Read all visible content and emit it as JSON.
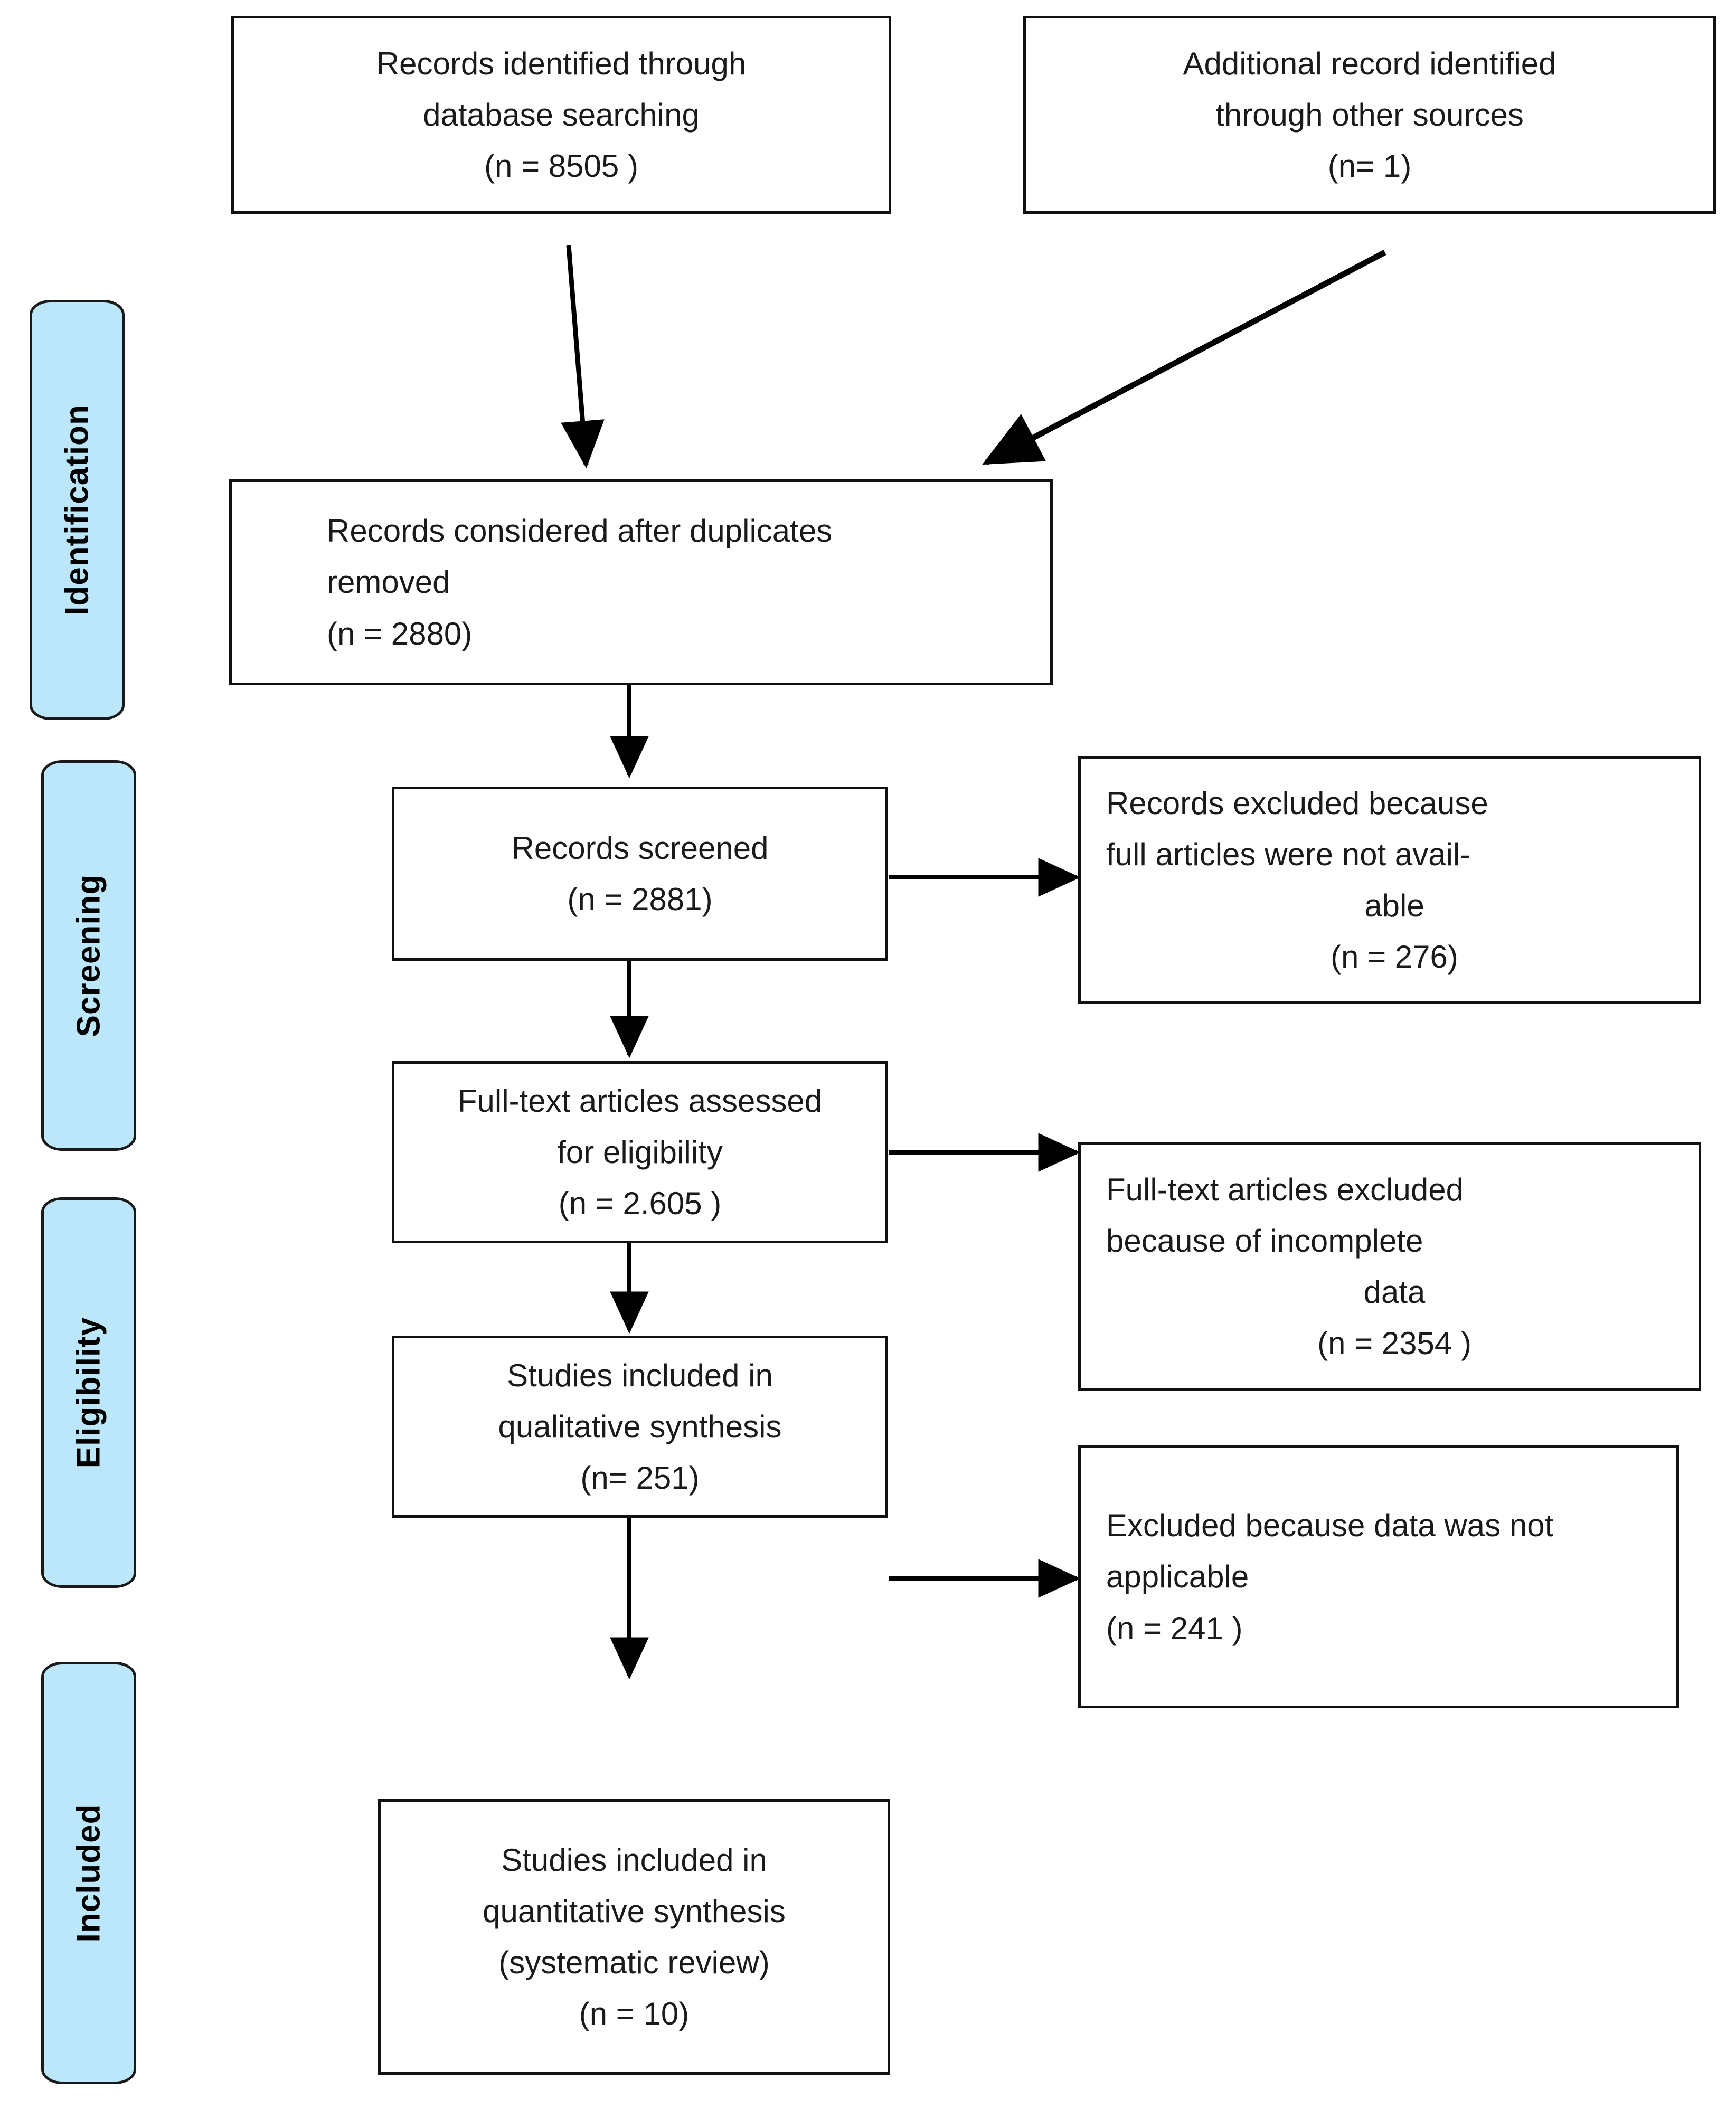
{
  "diagram": {
    "type": "prisma-flow-diagram",
    "title": "PRISMA flow diagram",
    "accent_color": "#bce7fb",
    "border_color": "#111111",
    "text_color": "#1a1a1a",
    "background": "#ffffff"
  },
  "stages": [
    {
      "id": "identification",
      "label": "Identification"
    },
    {
      "id": "screening",
      "label": "Screening"
    },
    {
      "id": "eligibility",
      "label": "Eligibility"
    },
    {
      "id": "included",
      "label": "Included"
    }
  ],
  "boxes": {
    "db_search": {
      "id": "records-identified-database",
      "align": "center",
      "lines": [
        "Records identified through",
        "database searching",
        "(n = 8505  )"
      ],
      "n": 8505
    },
    "other_sources": {
      "id": "additional-record-other-sources",
      "align": "center",
      "lines": [
        "Additional record identified",
        "through other sources",
        "(n= 1)"
      ],
      "n": 1
    },
    "after_duplicates": {
      "id": "records-after-duplicates-removed",
      "align": "left",
      "lines": [
        "Records considered  after duplicates",
        "removed",
        "(n =  2880)"
      ],
      "line_align": [
        "l",
        "l",
        "l"
      ],
      "n": 2880
    },
    "screened": {
      "id": "records-screened",
      "align": "center",
      "lines": [
        "Records screened",
        "(n =  2881)"
      ],
      "n": 2881
    },
    "excluded_not_available": {
      "id": "records-excluded-not-available",
      "align": "left",
      "lines": [
        "Records excluded because",
        "full articles were not avail-",
        "able",
        "(n = 276)"
      ],
      "line_align": [
        "l",
        "l",
        "c",
        "c"
      ],
      "n": 276
    },
    "fulltext_assessed": {
      "id": "fulltext-articles-assessed",
      "align": "center",
      "lines": [
        "Full-text articles assessed",
        "for eligibility",
        "(n = 2.605  )"
      ],
      "n": "2.605"
    },
    "fulltext_excluded": {
      "id": "fulltext-articles-excluded-incomplete-data",
      "align": "center",
      "lines": [
        "Full-text articles excluded",
        "because of  incomplete",
        "data",
        "(n =  2354 )"
      ],
      "line_align": [
        "l",
        "l",
        "c",
        "c"
      ],
      "n": 2354
    },
    "qualitative": {
      "id": "studies-included-qualitative-synthesis",
      "align": "center",
      "lines": [
        "Studies included in",
        "qualitative synthesis",
        "(n= 251)"
      ],
      "n": 251
    },
    "excluded_not_applicable": {
      "id": "excluded-data-not-applicable",
      "align": "left",
      "lines": [
        "Excluded because data was not",
        "applicable",
        "(n =  241 )"
      ],
      "line_align": [
        "l",
        "l",
        "l"
      ],
      "n": 241
    },
    "quantitative": {
      "id": "studies-included-quantitative-synthesis",
      "align": "center",
      "lines": [
        "Studies included in",
        "quantitative synthesis",
        "(systematic review)",
        "(n = 10)"
      ],
      "n": 10
    }
  },
  "connectors": [
    {
      "id": "db-search-to-after-duplicates",
      "from": "db_search",
      "to": "after_duplicates",
      "kind": "vertical-arrow"
    },
    {
      "id": "other-sources-to-after-duplicates",
      "from": "other_sources",
      "to": "after_duplicates",
      "kind": "diagonal-arrow"
    },
    {
      "id": "after-duplicates-to-screened",
      "from": "after_duplicates",
      "to": "screened",
      "kind": "vertical-arrow"
    },
    {
      "id": "screened-to-excluded-not-available",
      "from": "screened",
      "to": "excluded_not_available",
      "kind": "horizontal-arrow"
    },
    {
      "id": "screened-to-fulltext-assessed",
      "from": "screened",
      "to": "fulltext_assessed",
      "kind": "vertical-arrow"
    },
    {
      "id": "fulltext-assessed-to-excluded",
      "from": "fulltext_assessed",
      "to": "fulltext_excluded",
      "kind": "horizontal-arrow"
    },
    {
      "id": "fulltext-assessed-to-qualitative",
      "from": "fulltext_assessed",
      "to": "qualitative",
      "kind": "vertical-arrow"
    },
    {
      "id": "qualitative-to-excluded-not-applicable",
      "from": "qualitative",
      "to": "excluded_not_applicable",
      "kind": "horizontal-arrow"
    },
    {
      "id": "qualitative-to-quantitative",
      "from": "qualitative",
      "to": "quantitative",
      "kind": "vertical-arrow"
    }
  ]
}
